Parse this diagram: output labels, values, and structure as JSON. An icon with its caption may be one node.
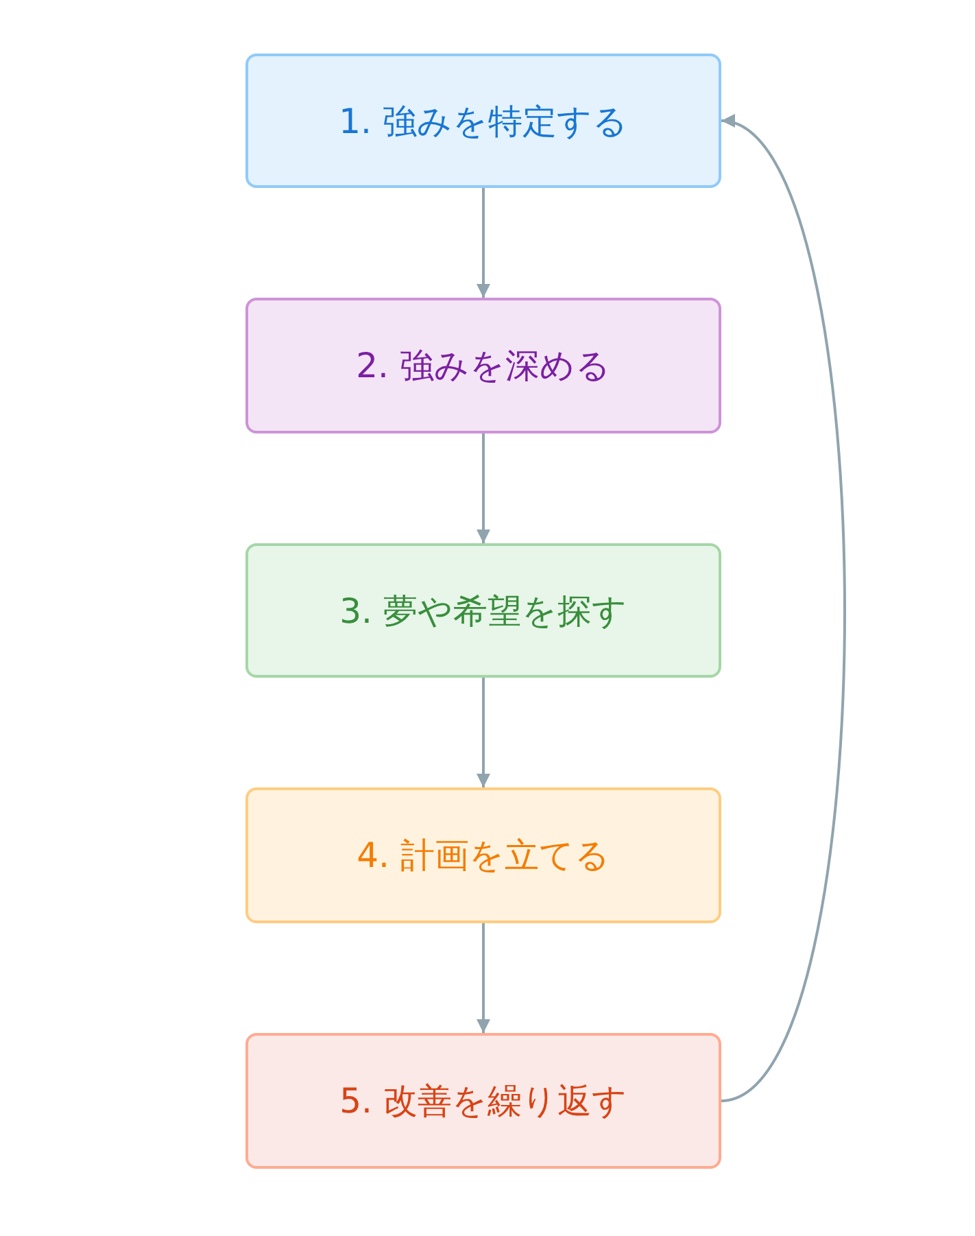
{
  "diagram": {
    "nodes": [
      {
        "text": [
          "1. 強みを特定する"
        ]
      },
      {
        "text": [
          "2. 強みを深める"
        ]
      },
      {
        "text": [
          "3. 夢や希望を探す"
        ]
      },
      {
        "text": [
          "4. 計画を立てる"
        ]
      },
      {
        "text": [
          "5. 改善を繰り返す"
        ]
      }
    ],
    "edges": [
      {
        "from": 0,
        "to": 1,
        "arrow": "to"
      },
      {
        "from": 1,
        "to": 2,
        "arrow": "to"
      },
      {
        "from": 2,
        "to": 3,
        "arrow": "to"
      },
      {
        "from": 3,
        "to": 4,
        "arrow": "to"
      },
      {
        "from": 4,
        "to": 0,
        "arrow": "to"
      }
    ]
  }
}
